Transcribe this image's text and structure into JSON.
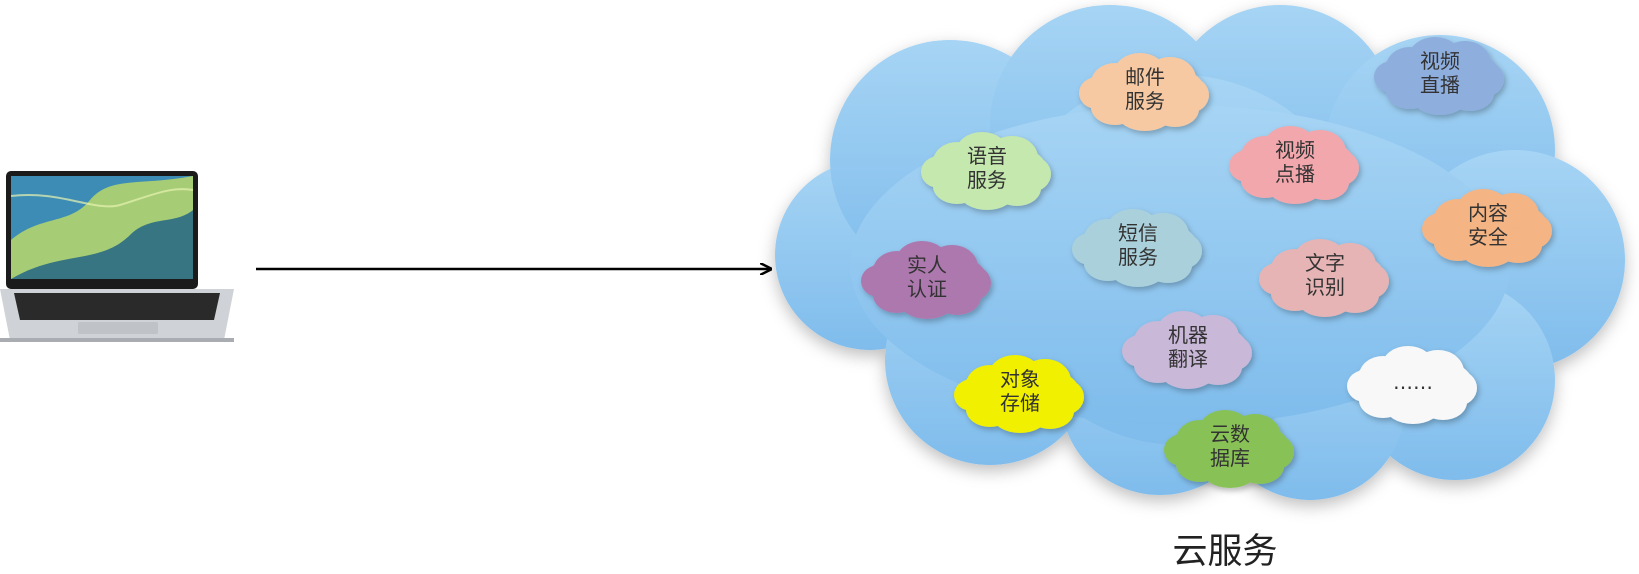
{
  "diagram": {
    "cloud_label": "云服务",
    "services": [
      {
        "label": "邮件\n服务",
        "color": "#f6c9a3"
      },
      {
        "label": "视频\n直播",
        "color": "#8eaedd"
      },
      {
        "label": "语音\n服务",
        "color": "#c4e8ad"
      },
      {
        "label": "视频\n点播",
        "color": "#f2a7ac"
      },
      {
        "label": "内容\n安全",
        "color": "#f4b483"
      },
      {
        "label": "短信\n服务",
        "color": "#aad1db"
      },
      {
        "label": "实人\n认证",
        "color": "#ac78ae"
      },
      {
        "label": "文字\n识别",
        "color": "#e6b4b4"
      },
      {
        "label": "机器\n翻译",
        "color": "#c9b8d8"
      },
      {
        "label": "对象\n存储",
        "color": "#f0f000"
      },
      {
        "label": "……",
        "color": "#f8f8f8"
      },
      {
        "label": "云数\n据库",
        "color": "#88c157"
      }
    ],
    "colors": {
      "big_cloud_top": "#a6d4f4",
      "big_cloud_bottom": "#7fbcec",
      "arrow": "#000000"
    }
  }
}
